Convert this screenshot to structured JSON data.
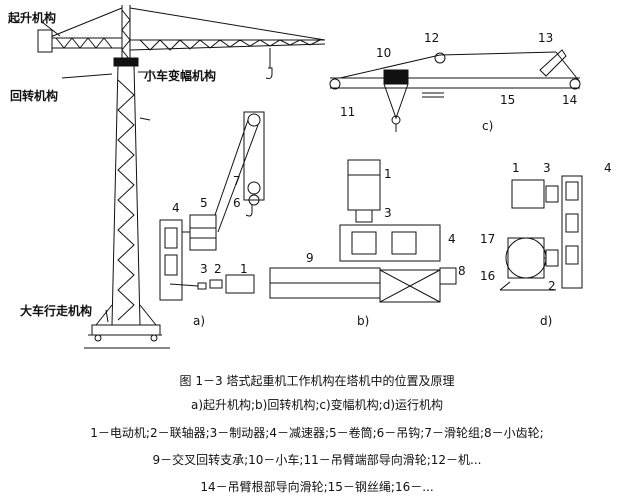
{
  "tower_labels": {
    "hoist": "起升机构",
    "trolley": "小车变幅机构",
    "slewing": "回转机构",
    "travel": "大车行走机构"
  },
  "sub_labels": {
    "a": "a)",
    "b": "b)",
    "c": "c)",
    "d": "d)"
  },
  "numbers": {
    "n1": "1",
    "n2": "2",
    "n3": "3",
    "n4": "4",
    "n5": "5",
    "n6": "6",
    "n7": "7",
    "n8": "8",
    "n9": "9",
    "n10": "10",
    "n11": "11",
    "n12": "12",
    "n13": "13",
    "n14": "14",
    "n15": "15",
    "n16": "16",
    "n17": "17"
  },
  "caption": {
    "title": "图 1－3    塔式起重机工作机构在塔机中的位置及原理",
    "subtitle": "a)起升机构;b)回转机构;c)变幅机构;d)运行机构",
    "legend1": "1－电动机;2－联轴器;3－制动器;4－减速器;5－卷筒;6－吊钩;7－滑轮组;8－小齿轮;",
    "legend2": "9－交叉回转支承;10－小车;11－吊臂端部导向滑轮;12－机...",
    "legend3": "14－吊臂根部导向滑轮;15－钢丝绳;16－..."
  }
}
